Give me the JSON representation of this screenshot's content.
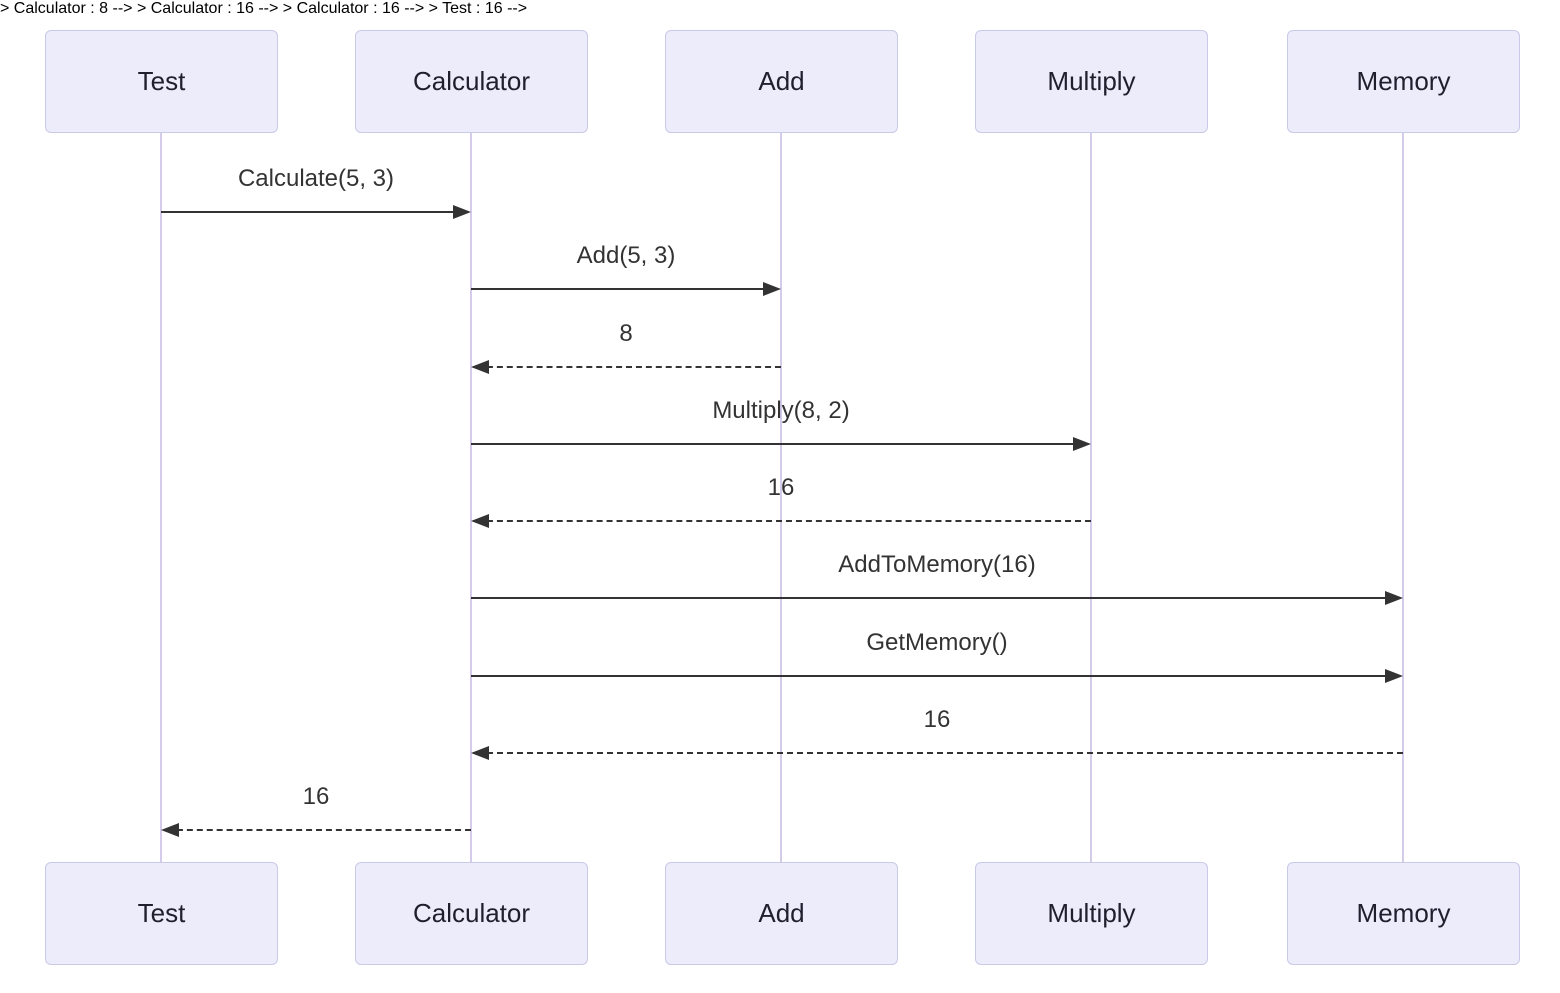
{
  "diagram": {
    "type": "sequence-diagram",
    "actors": [
      {
        "name": "Test"
      },
      {
        "name": "Calculator"
      },
      {
        "name": "Add"
      },
      {
        "name": "Multiply"
      },
      {
        "name": "Memory"
      }
    ],
    "messages": [
      {
        "from": "Test",
        "to": "Calculator",
        "label": "Calculate(5, 3)",
        "line": "solid",
        "direction": "right"
      },
      {
        "from": "Calculator",
        "to": "Add",
        "label": "Add(5, 3)",
        "line": "solid",
        "direction": "right"
      },
      {
        "from": "Add",
        "to": "Calculator",
        "label": "8",
        "line": "dashed",
        "direction": "left"
      },
      {
        "from": "Calculator",
        "to": "Multiply",
        "label": "Multiply(8, 2)",
        "line": "solid",
        "direction": "right"
      },
      {
        "from": "Multiply",
        "to": "Calculator",
        "label": "16",
        "line": "dashed",
        "direction": "left"
      },
      {
        "from": "Calculator",
        "to": "Memory",
        "label": "AddToMemory(16)",
        "line": "solid",
        "direction": "right"
      },
      {
        "from": "Calculator",
        "to": "Memory",
        "label": "GetMemory()",
        "line": "solid",
        "direction": "right"
      },
      {
        "from": "Memory",
        "to": "Calculator",
        "label": "16",
        "line": "dashed",
        "direction": "left"
      },
      {
        "from": "Calculator",
        "to": "Test",
        "label": "16",
        "line": "dashed",
        "direction": "left"
      }
    ],
    "colors": {
      "actor_fill": "#ececfb",
      "actor_border": "#c9c9e8",
      "lifeline": "#d5ccec",
      "arrow": "#333333",
      "message_text": "#333333",
      "actor_text": "#1f1f2e",
      "background": "#ffffff"
    }
  }
}
